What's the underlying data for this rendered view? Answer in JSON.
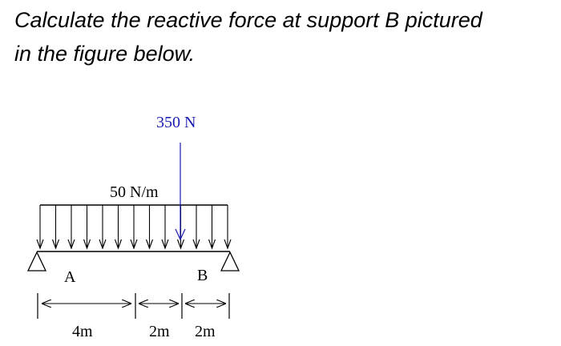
{
  "question": {
    "line1": "Calculate the reactive force at support B pictured",
    "line2": "in the figure below."
  },
  "figure": {
    "point_load": {
      "label": "350 N",
      "color": "#1a1ab3"
    },
    "distributed_load": {
      "label": "50 N/m",
      "arrow_count": 13
    },
    "supports": [
      {
        "label": "A"
      },
      {
        "label": "B"
      }
    ],
    "dimensions": [
      {
        "label": "4m",
        "length": 4
      },
      {
        "label": "2m",
        "length": 2
      },
      {
        "label": "2m",
        "length": 2
      }
    ]
  }
}
